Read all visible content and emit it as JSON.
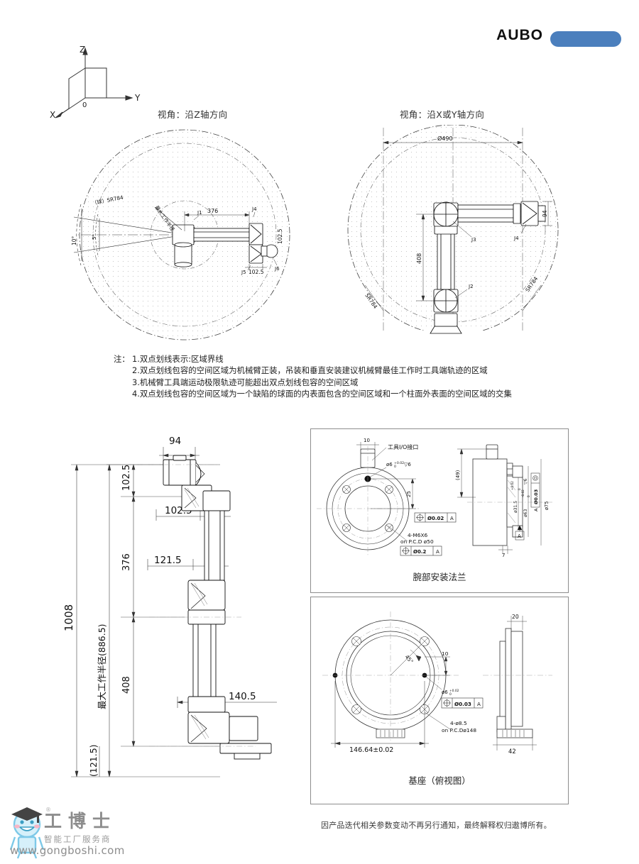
{
  "header": {
    "brand": "AUBO",
    "pill_color": "#4b7fbd"
  },
  "axes": {
    "x_label": "X",
    "y_label": "Y",
    "z_label": "Z",
    "origin_label": "0"
  },
  "views": {
    "left_caption": "视角：沿Z轴方向",
    "right_caption": "视角：沿X或Y轴方向"
  },
  "envelope_top_view": {
    "sphere_label": "（球）SR784",
    "angle_outer": "10°",
    "angle_inner": "5°",
    "reach_376": "376",
    "radius_note": "最大工作半径",
    "joints": [
      "J1",
      "J4",
      "J5",
      "J6"
    ],
    "dim_1025_a": "102.5",
    "dim_1025_b": "102.5"
  },
  "envelope_side_view": {
    "diameter": "Ø490",
    "height_408": "408",
    "dim_94": "94",
    "joints": [
      "J2",
      "J3",
      "J4"
    ],
    "sphere_left": "SR784",
    "sphere_right": "SR784"
  },
  "notes": {
    "prefix": "注：",
    "items": [
      "1.双点划线表示:区域界线",
      "2.双点划线包容的空间区域为机械臂正装，吊装和垂直安装建议机械臂最佳工作时工具端轨迹的区域",
      "3.机械臂工具端运动极限轨迹可能超出双点划线包容的空间区域",
      "4.双点划线包容的空间区域为一个缺陷的球面的内表面包含的空间区域和一个柱面外表面的空间区域的交集"
    ]
  },
  "arm_dimensions": {
    "total_height": "1008",
    "max_reach": "最大工作半径(886.5)",
    "d_1025_v": "102.5",
    "d_376": "376",
    "d_408": "408",
    "d_1215_base": "(121.5)",
    "d_94": "94",
    "d_1025_h": "102.5",
    "d_1215_h": "121.5",
    "d_1405": "140.5"
  },
  "flange_panel": {
    "title": "腕部安装法兰",
    "io_label": "工具I/O接口",
    "dim_10": "10",
    "dim_25": "25",
    "pin_hole": "ø6",
    "pin_tol_up": "+0.02",
    "pin_tol_lo": "0",
    "pin_depth": "▽6",
    "gdt_pos_small": "Ø0.02",
    "gdt_datum_small": "A",
    "thread_note_1": "4-M6X6",
    "thread_note_2": "on P.C.D ø50",
    "gdt_pos_big": "Ø0.2",
    "gdt_datum_big": "A",
    "side_49": "(49)",
    "side_7": "7",
    "d_315": "ø31.5",
    "d_315_tol_up": "+0.02",
    "d_315_tol_lo": "0",
    "d_63": "ø63",
    "d_63_tol_up": "0",
    "d_63_tol_lo": "-0.02",
    "d_63_depth": "▽6",
    "runout": "Ø0.03",
    "runout_datum": "A",
    "d_75": "ø75",
    "datum_flag": "A"
  },
  "base_panel": {
    "title": "基座（俯视图）",
    "pcd_dim": "146.64±0.02",
    "angle_45": "45°",
    "dim_10": "10",
    "pin_hole": "ø6",
    "pin_tol_up": "+0.02",
    "pin_tol_lo": "0",
    "gdt_pos": "Ø0.03",
    "gdt_datum": "A",
    "hole_note_1": "4-ø8.5",
    "hole_note_2": "on P.C.Dø148",
    "side_20": "20",
    "side_42": "42"
  },
  "footer": {
    "disclaimer": "因产品迭代相关参数变动不再另行通知，最终解释权归遨博所有。"
  },
  "watermark": {
    "name": "工博士",
    "tagline": "智能工厂服务商",
    "url": "www.gongboshi.com",
    "registered": "®"
  }
}
